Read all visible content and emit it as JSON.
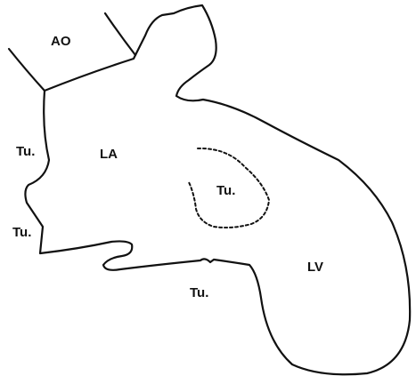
{
  "labels": {
    "aorta": "AO",
    "left_atrium": "LA",
    "left_ventricle": "LV",
    "tumor_upper_left": "Tu.",
    "tumor_lower_left": "Tu.",
    "tumor_center": "Tu.",
    "tumor_lower": "Tu."
  }
}
